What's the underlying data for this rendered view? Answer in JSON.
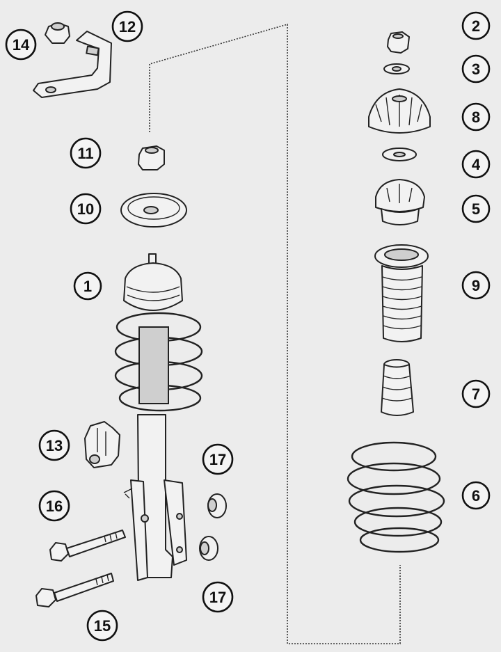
{
  "callouts": [
    {
      "id": "c1",
      "label": "1"
    },
    {
      "id": "c2",
      "label": "2"
    },
    {
      "id": "c3",
      "label": "3"
    },
    {
      "id": "c4",
      "label": "4"
    },
    {
      "id": "c5",
      "label": "5"
    },
    {
      "id": "c6",
      "label": "6"
    },
    {
      "id": "c7",
      "label": "7"
    },
    {
      "id": "c8",
      "label": "8"
    },
    {
      "id": "c9",
      "label": "9"
    },
    {
      "id": "c10",
      "label": "10"
    },
    {
      "id": "c11",
      "label": "11"
    },
    {
      "id": "c12",
      "label": "12"
    },
    {
      "id": "c13",
      "label": "13"
    },
    {
      "id": "c14",
      "label": "14"
    },
    {
      "id": "c15",
      "label": "15"
    },
    {
      "id": "c16",
      "label": "16"
    },
    {
      "id": "c17a",
      "label": "17"
    },
    {
      "id": "c17b",
      "label": "17"
    }
  ]
}
